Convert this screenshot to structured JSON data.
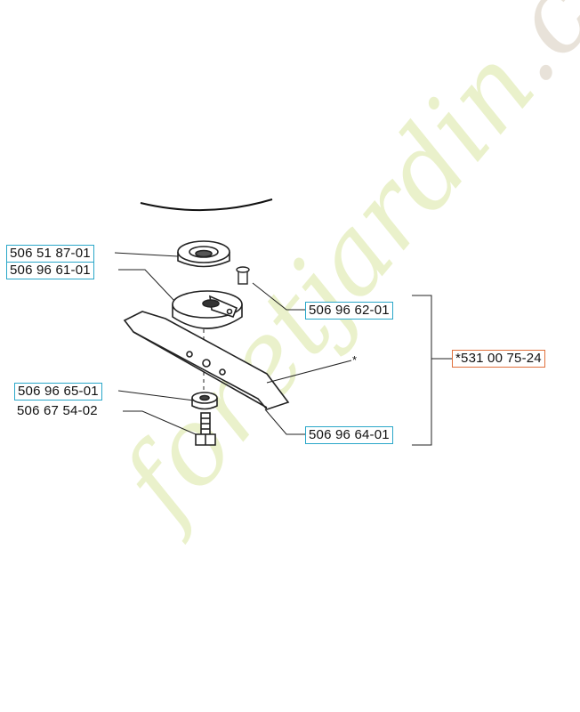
{
  "watermark": {
    "text_main": "foretjardin",
    "text_tail": ".com",
    "color_main": "#e7efc2",
    "color_orange": "#f6d9b8",
    "color_tail": "#e5ded3"
  },
  "parts": {
    "p1": "506 51 87-01",
    "p2": "506 96 61-01",
    "p3": "506 96 62-01",
    "p4": "506 96 65-01",
    "p5": "506 67 54-02",
    "p6": "506 96 64-01",
    "kit": "*531 00 75-24",
    "star": "*"
  },
  "colors": {
    "box_blue": "#2aa7c9",
    "box_red": "#e0703c",
    "line": "#222222"
  }
}
